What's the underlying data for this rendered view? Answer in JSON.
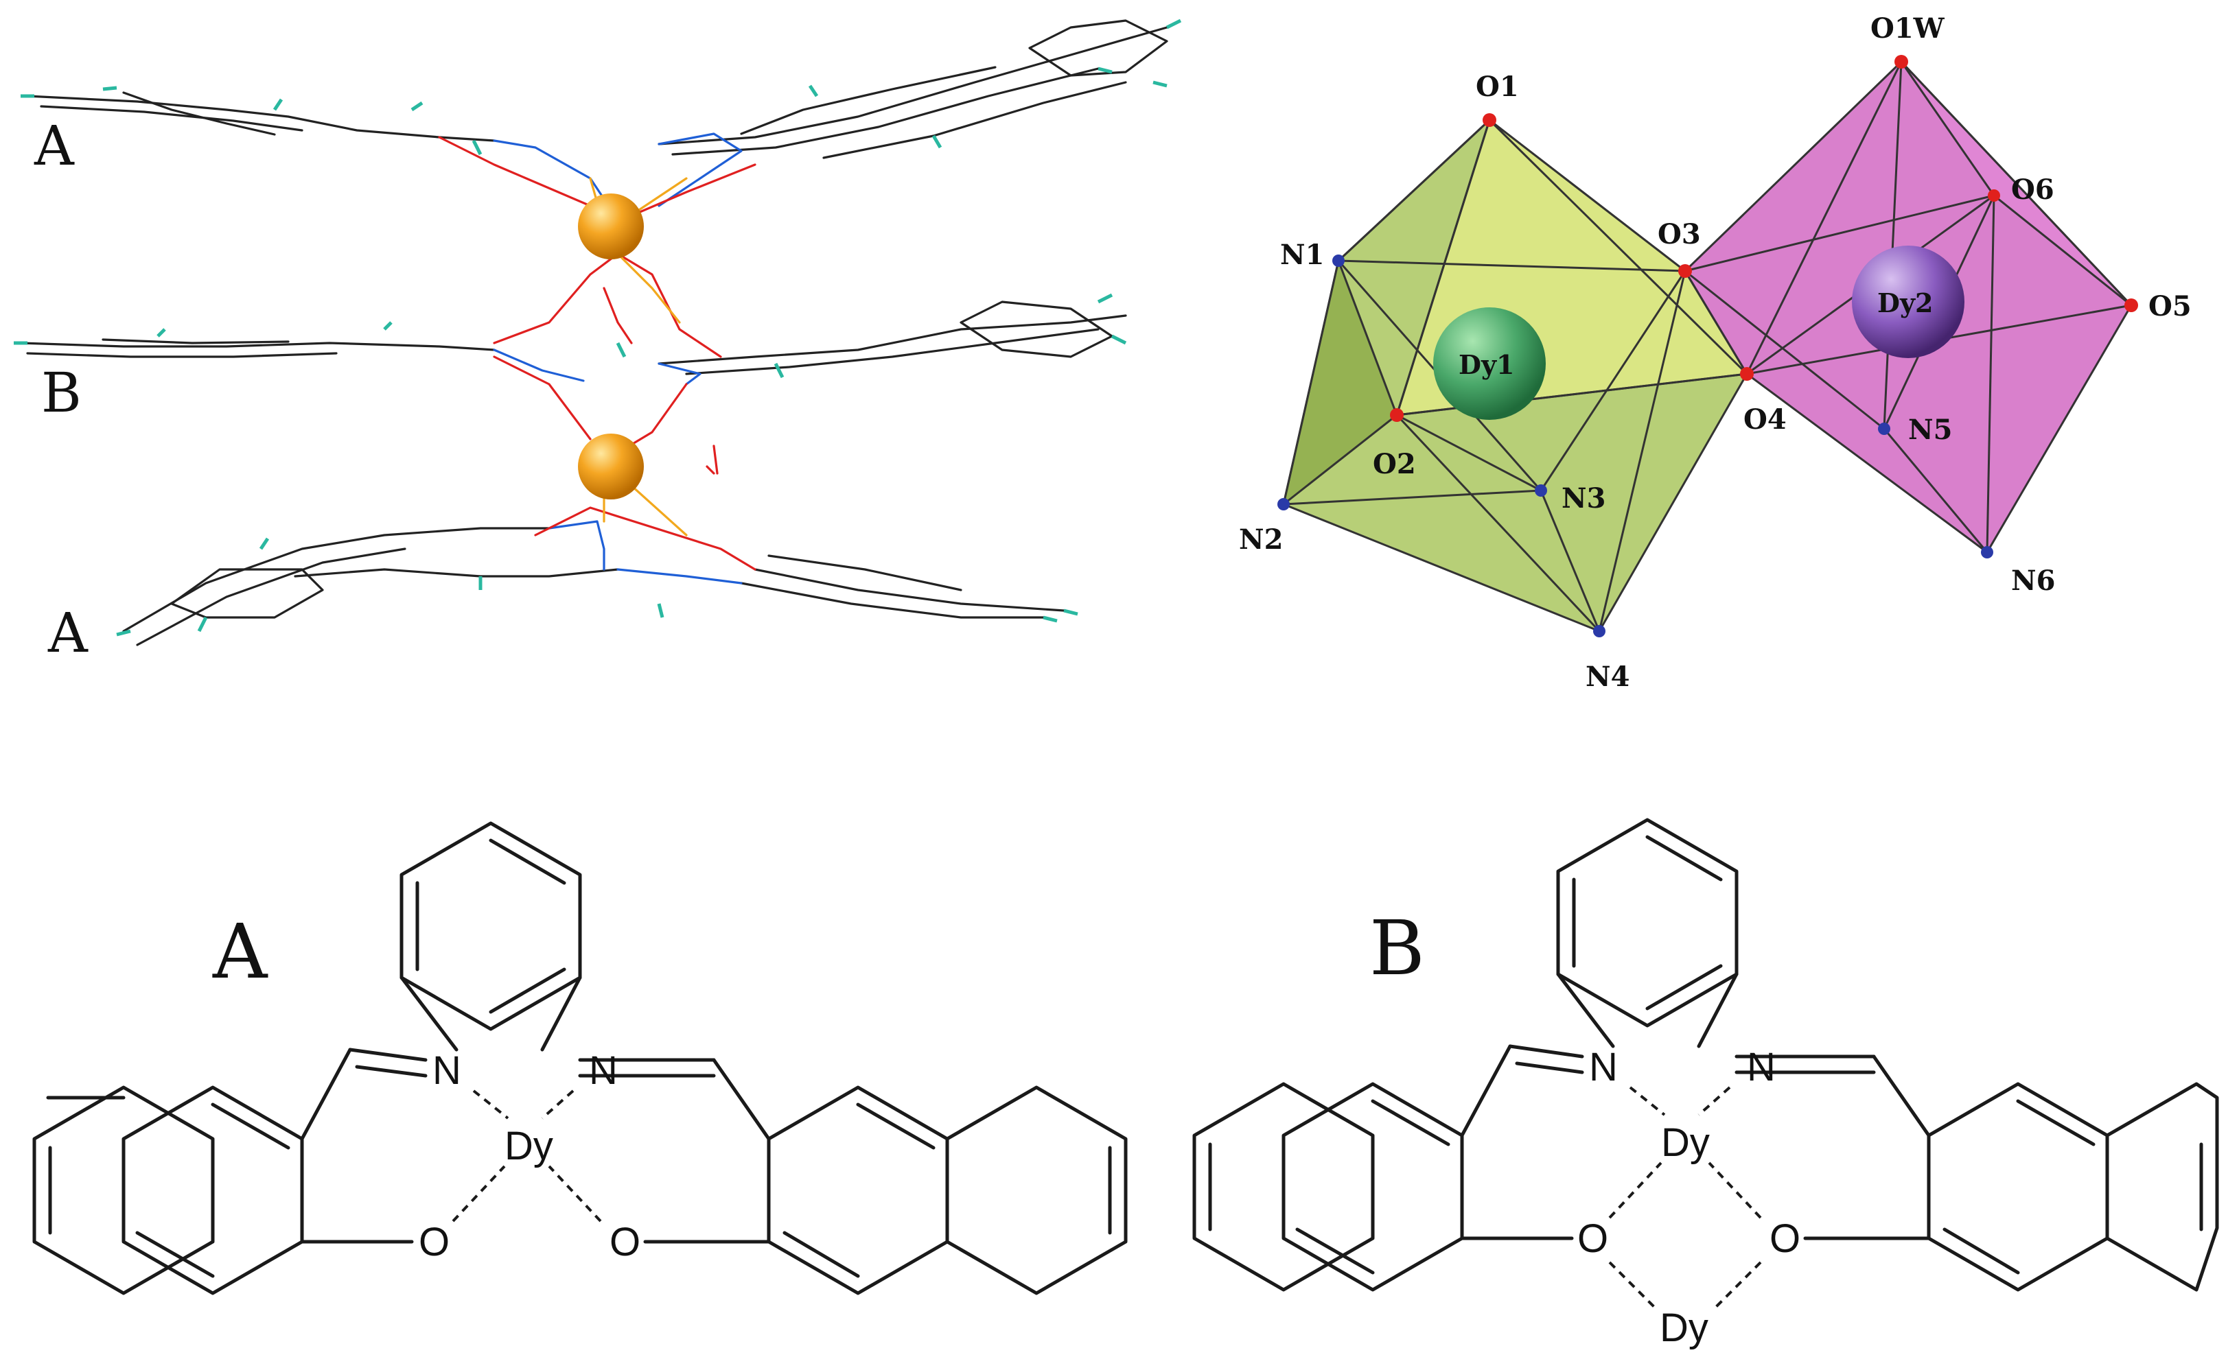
{
  "panel_crystal": {
    "layer_labels": [
      "A",
      "B",
      "A"
    ]
  },
  "panel_polyhedra": {
    "metal_labels": [
      "Dy1",
      "Dy2"
    ],
    "atom_labels": {
      "O1": "O1",
      "O1W": "O1W",
      "N1": "N1",
      "O3": "O3",
      "O6": "O6",
      "O5": "O5",
      "O4": "O4",
      "O2": "O2",
      "N5": "N5",
      "N2": "N2",
      "N3": "N3",
      "N6": "N6",
      "N4": "N4"
    },
    "colors": {
      "dy1_polyhedron": "#9fbf4a",
      "dy2_polyhedron": "#cc55bb",
      "oxygen": "#e0201c",
      "nitrogen": "#2a3aa8"
    }
  },
  "scheme_A": {
    "title": "A",
    "atoms": {
      "n_left": "N",
      "n_right": "N",
      "metal": "Dy",
      "o_left": "O",
      "o_right": "O"
    }
  },
  "scheme_B": {
    "title": "B",
    "atoms": {
      "n_left": "N",
      "n_right": "N",
      "metal_top": "Dy",
      "o_left": "O",
      "o_right": "O",
      "metal_bottom": "Dy"
    }
  }
}
